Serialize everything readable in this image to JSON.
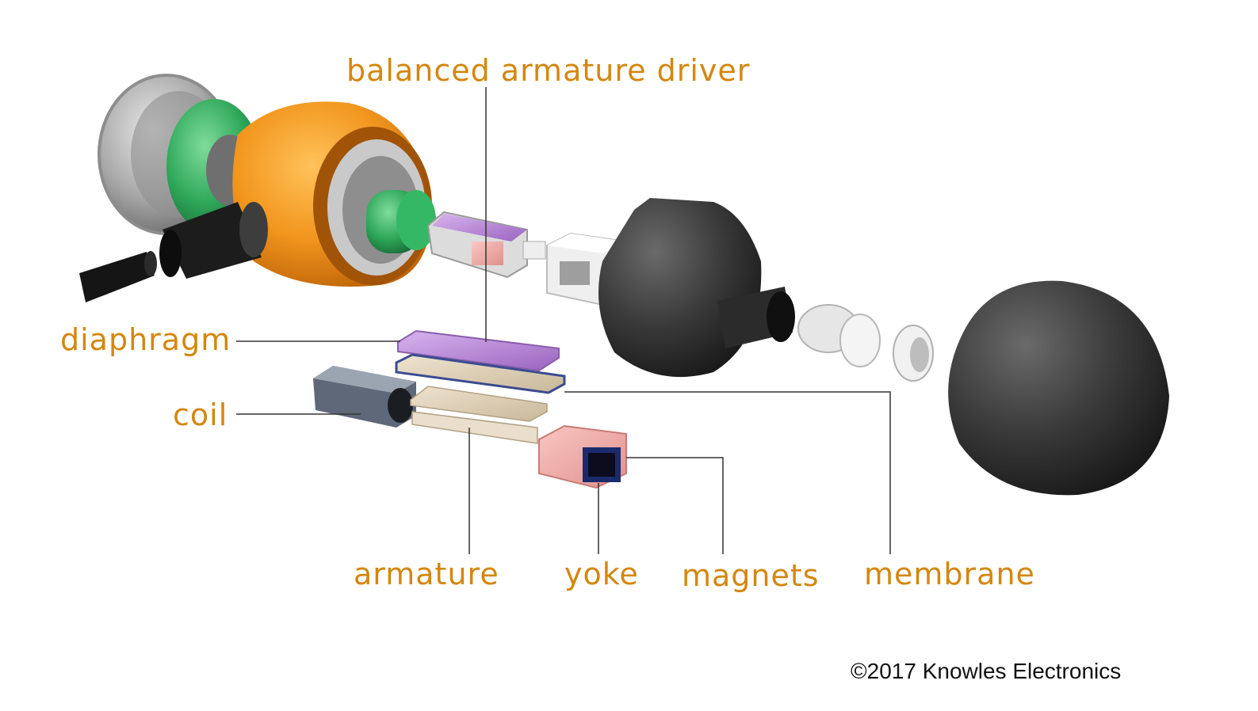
{
  "labels": {
    "driver": "balanced armature driver",
    "diaphragm": "diaphragm",
    "coil": "coil",
    "armature": "armature",
    "yoke": "yoke",
    "magnets": "magnets",
    "membrane": "membrane"
  },
  "copyright": "©2017 Knowles Electronics",
  "colors": {
    "label": "#d4870f",
    "housing_orange": "#f2961e",
    "sleeve_green": "#2fa85a",
    "eartip_black": "#3a3a3a",
    "diaphragm_purple": "#b98ad6",
    "yoke_pink": "#f0a9a6",
    "leader_line": "#333333"
  }
}
